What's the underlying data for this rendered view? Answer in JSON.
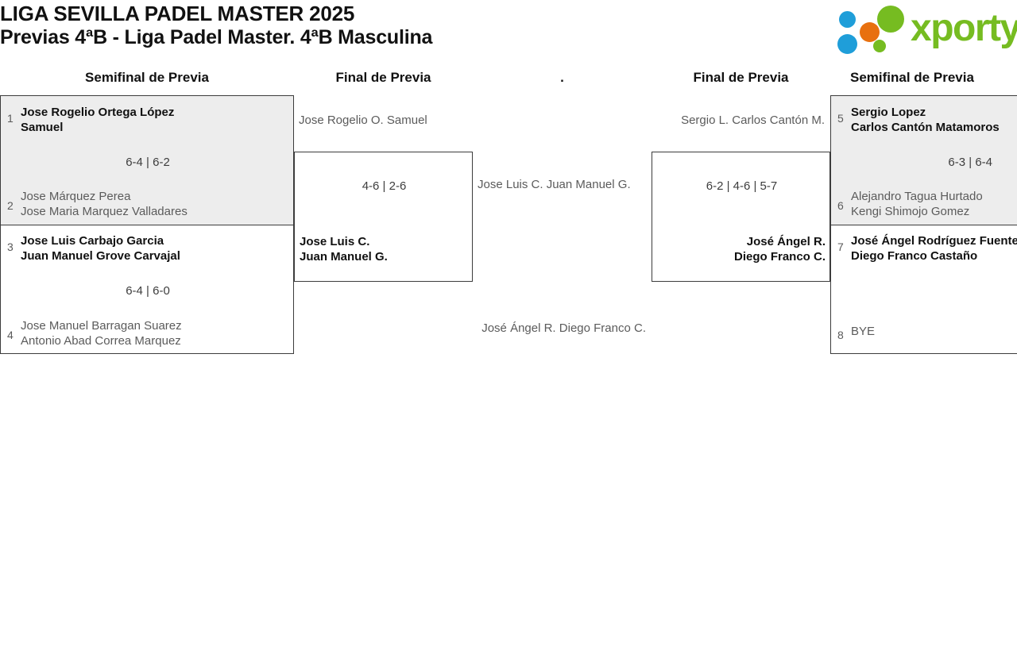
{
  "header": {
    "title_line_1": "LIGA SEVILLA PADEL MASTER 2025",
    "title_line_2": "Previas 4ªB - Liga Padel Master. 4ªB Masculina",
    "logo_text": "xporty",
    "logo_colors": {
      "green": "#76bc21",
      "blue": "#1f9ed9",
      "orange": "#e8700f"
    }
  },
  "round_headers": [
    {
      "label": "Semifinal de Previa"
    },
    {
      "label": "Final de Previa"
    },
    {
      "label": "."
    },
    {
      "label": "Final de Previa"
    },
    {
      "label": "Semifinal de Previa"
    }
  ],
  "bracket": {
    "left": {
      "semifinals": [
        {
          "shaded": true,
          "top": {
            "seed": "1",
            "player_1": "Jose Rogelio Ortega López",
            "player_2": "Samuel",
            "result": "winner"
          },
          "bottom": {
            "seed": "2",
            "player_1": "Jose Márquez Perea",
            "player_2": "Jose Maria Marquez Valladares",
            "result": "loser"
          },
          "score": "6-4 | 6-2"
        },
        {
          "shaded": false,
          "top": {
            "seed": "3",
            "player_1": "Jose Luis Carbajo Garcia",
            "player_2": "Juan Manuel Grove Carvajal",
            "result": "winner"
          },
          "bottom": {
            "seed": "4",
            "player_1": "Jose Manuel Barragan Suarez",
            "player_2": "Antonio Abad Correa Marquez",
            "result": "loser"
          },
          "score": "6-4 | 6-0"
        }
      ],
      "final": {
        "loser": {
          "player_1": "Jose Rogelio O.",
          "player_2": "Samuel"
        },
        "winner": {
          "player_1": "Jose Luis C.",
          "player_2": "Juan Manuel G."
        },
        "score": "4-6 | 2-6"
      },
      "advance": {
        "player_1": "Jose Luis C.",
        "player_2": "Juan Manuel G."
      }
    },
    "right": {
      "semifinals": [
        {
          "shaded": true,
          "top": {
            "seed": "5",
            "player_1": "Sergio Lopez",
            "player_2": "Carlos Cantón Matamoros",
            "result": "winner"
          },
          "bottom": {
            "seed": "6",
            "player_1": "Alejandro Tagua Hurtado",
            "player_2": "Kengi Shimojo Gomez",
            "result": "loser"
          },
          "score": "6-3 | 6-4"
        },
        {
          "shaded": false,
          "top": {
            "seed": "7",
            "player_1": "José Ángel Rodríguez Fuentes",
            "player_2": "Diego Franco Castaño",
            "result": "winner"
          },
          "bottom": {
            "seed": "8",
            "player_1": "BYE",
            "player_2": "",
            "result": "loser"
          },
          "score": ""
        }
      ],
      "final": {
        "loser": {
          "player_1": "Sergio L.",
          "player_2": "Carlos Cantón M."
        },
        "winner": {
          "player_1": "José Ángel R.",
          "player_2": "Diego Franco C."
        },
        "score": "6-2 | 4-6 | 5-7"
      },
      "advance": {
        "player_1": "José Ángel R.",
        "player_2": "Diego Franco C."
      }
    }
  }
}
